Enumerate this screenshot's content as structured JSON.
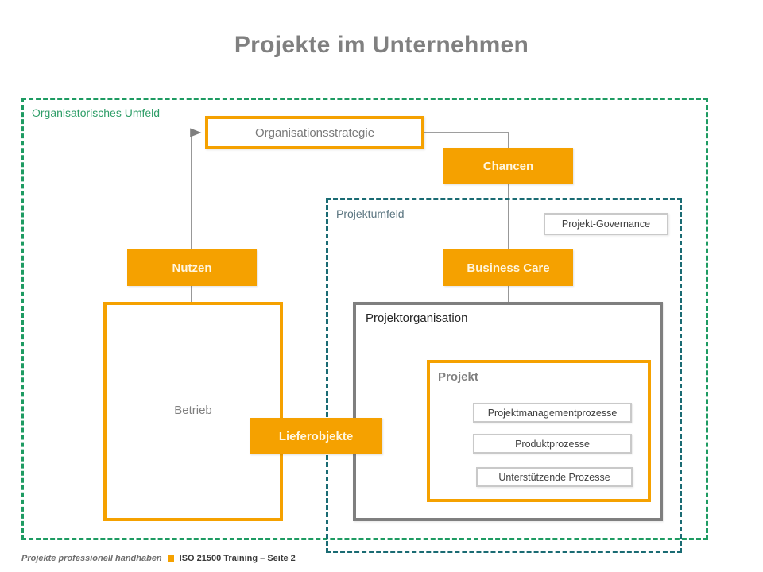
{
  "slide": {
    "title": "Projekte im Unternehmen"
  },
  "containers": {
    "organisational_environment": {
      "label": "Organisatorisches Umfeld",
      "border_color": "#1E9B62",
      "border_style": "dashed"
    },
    "project_environment": {
      "label": "Projektumfeld",
      "border_color": "#1A6B73",
      "border_style": "dashed"
    },
    "project_organisation": {
      "label": "Projektorganisation",
      "border_color": "#7F7F7F",
      "border_style": "solid"
    },
    "project": {
      "label": "Projekt",
      "border_color": "#F5A100",
      "border_style": "solid"
    },
    "operations": {
      "label": "Betrieb",
      "border_color": "#F5A100",
      "border_style": "solid"
    }
  },
  "boxes": {
    "organisationsstrategie": {
      "label": "Organisationsstrategie",
      "style": "orange-outline"
    },
    "chancen": {
      "label": "Chancen",
      "style": "orange-fill"
    },
    "nutzen": {
      "label": "Nutzen",
      "style": "orange-fill"
    },
    "business_care": {
      "label": "Business Care",
      "style": "orange-fill"
    },
    "lieferobjekte": {
      "label": "Lieferobjekte",
      "style": "orange-fill"
    },
    "projekt_governance": {
      "label": "Projekt-Governance",
      "style": "grey-outline"
    }
  },
  "processes": [
    {
      "label": "Projektmanagementprozesse"
    },
    {
      "label": "Produktprozesse"
    },
    {
      "label": "Unterstützende Prozesse"
    }
  ],
  "footer": {
    "left": "Projekte professionell handhaben",
    "marker": "orange-square-icon",
    "right": "ISO 21500 Training – Seite 2"
  },
  "colors": {
    "accent_orange": "#F5A100",
    "title_grey": "#808080",
    "green_dashed": "#1E9B62",
    "teal_dashed": "#1A6B73",
    "connector_grey": "#7F7F7F"
  }
}
